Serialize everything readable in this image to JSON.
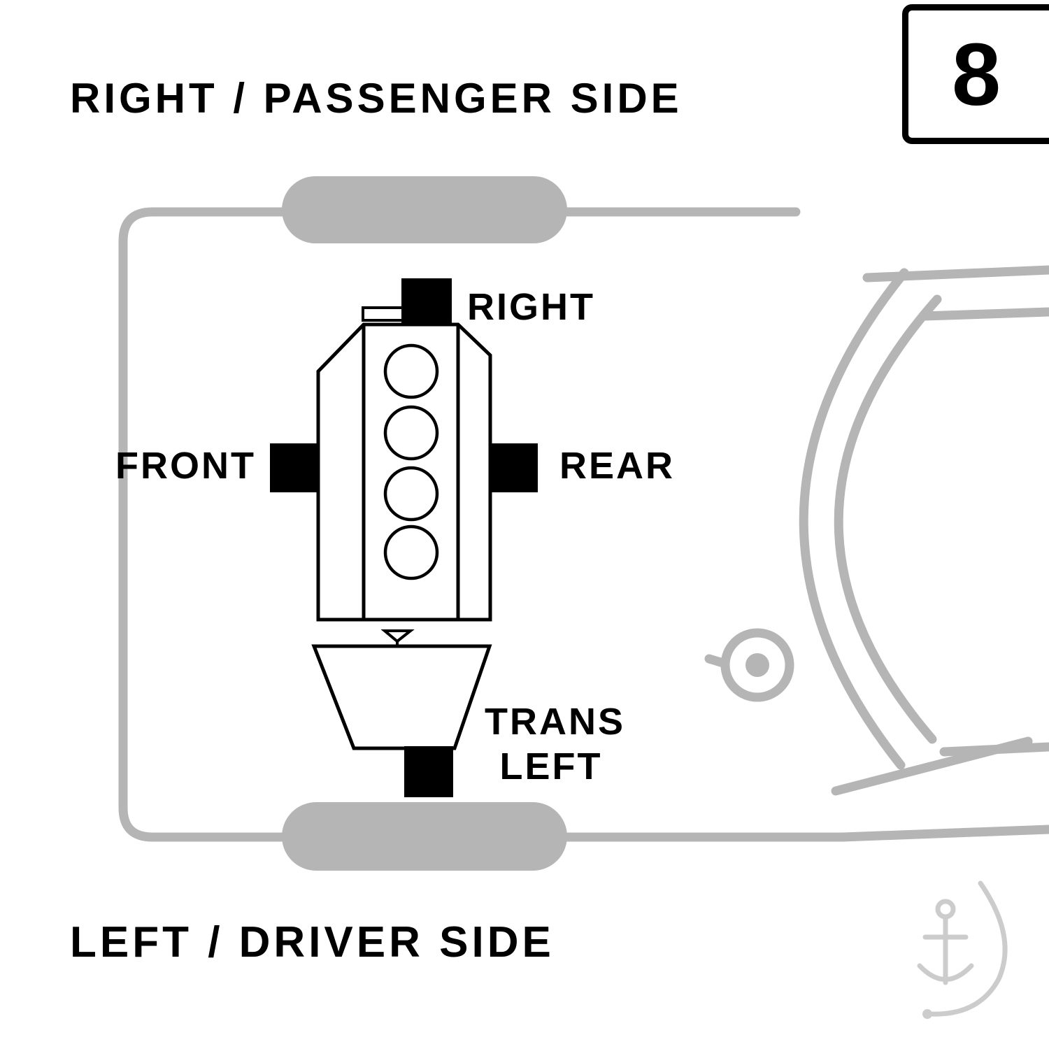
{
  "header": {
    "title": "RIGHT / PASSENGER SIDE",
    "page_number": "8"
  },
  "footer": {
    "title": "LEFT / DRIVER SIDE"
  },
  "diagram": {
    "mount_labels": {
      "top": "RIGHT",
      "front": "FRONT",
      "rear": "REAR",
      "trans_line1": "TRANS",
      "trans_line2": "LEFT"
    },
    "colors": {
      "car_outline": "#b5b5b5",
      "tire_fill": "#b5b5b5",
      "mount_fill": "#000000",
      "engine_stroke": "#000000",
      "engine_fill": "#ffffff",
      "watermark": "#cccccc",
      "background": "#ffffff",
      "text": "#000000"
    }
  }
}
